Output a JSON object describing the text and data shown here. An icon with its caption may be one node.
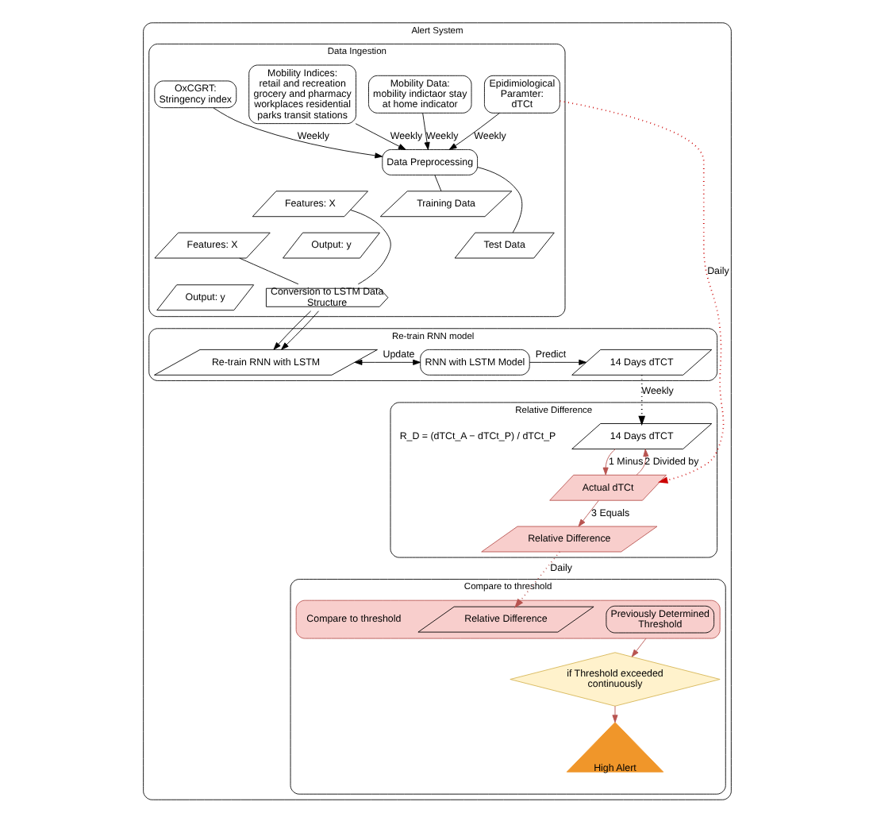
{
  "diagram": {
    "nodes": [
      {
        "text": [
          "Alert System"
        ]
      },
      {
        "text": [
          "Data Ingestion"
        ],
        "in": 0
      },
      {
        "text": [
          "Mobility Data:",
          "mobility indictaor stay at home indicator"
        ],
        "in": 1
      },
      {
        "text": [
          "Mobility Indices:",
          "retail and recreation grocery and pharmacy workplaces residential parks transit stations"
        ],
        "in": 1
      },
      {
        "text": [
          "OxCGRT:",
          "Stringency index"
        ],
        "in": 1
      },
      {
        "text": [
          "Epidimiological Paramter:",
          "dTCt"
        ],
        "in": 1
      },
      {
        "text": [
          "Data Preprocessing"
        ],
        "in": 1
      },
      {
        "text": [
          "Training Data"
        ],
        "in": 1
      },
      {
        "text": [
          "Features: X"
        ],
        "in": 1
      },
      {
        "text": [
          "Output: y"
        ],
        "in": 1
      },
      {
        "text": [
          "Test Data"
        ],
        "in": 1
      },
      {
        "text": [
          "Features: X"
        ],
        "in": 1
      },
      {
        "text": [
          "Output: y"
        ],
        "in": 1
      },
      {
        "text": [
          "Conversion to LSTM Data Structure"
        ],
        "in": 1
      },
      {
        "text": [
          "Re-train RNN model"
        ],
        "in": 0
      },
      {
        "text": [
          "Re-train RNN with LSTM"
        ],
        "in": 14
      },
      {
        "text": [
          "RNN with LSTM Model"
        ],
        "in": 14
      },
      {
        "text": [
          "14 Days dTCT"
        ],
        "in": 14
      },
      {
        "text": [
          "Relative Difference"
        ],
        "in": 0
      },
      {
        "text": [
          "14 Days dTCT"
        ],
        "in": 18
      },
      {
        "text": [
          "Actual dTCt"
        ],
        "in": 18
      },
      {
        "text": [
          "Relative Difference"
        ],
        "in": 18
      },
      {
        "text": [
          "Compare to threshold"
        ],
        "in": 0
      },
      {
        "text": [],
        "shape": "box",
        "in": 22
      },
      {
        "text": [
          "Previously Determined Threshold"
        ],
        "in": 23
      },
      {
        "text": [
          "Relative Difference"
        ],
        "in": 23
      },
      {
        "text": [
          "if Threshold exceeded continuously"
        ],
        "in": 22
      },
      {
        "text": [
          "High Alert"
        ],
        "in": 22
      }
    ],
    "edges": [
      {
        "from": 2,
        "to": 6,
        "arrow": "to",
        "label": "Weekly"
      },
      {
        "from": 3,
        "to": 6,
        "arrow": "to",
        "label": "Weekly"
      },
      {
        "from": 4,
        "to": 6,
        "arrow": "to",
        "label": "Weekly"
      },
      {
        "from": 5,
        "to": 6,
        "arrow": "to",
        "label": "Weekly"
      },
      {
        "from": 6,
        "to": 7,
        "arrow": "none"
      },
      {
        "from": 6,
        "to": 10,
        "arrow": "none"
      },
      {
        "from": 8,
        "to": 13,
        "arrow": "none"
      },
      {
        "from": 11,
        "to": 13,
        "arrow": "none"
      },
      {
        "from": 13,
        "to": 15,
        "arrow": "to"
      },
      {
        "from": 13,
        "to": 15,
        "arrow": "to"
      },
      {
        "from": 15,
        "to": 16,
        "arrow": "both",
        "label": "Update"
      },
      {
        "from": 16,
        "to": 17,
        "arrow": "to",
        "label": "Predict"
      },
      {
        "from": 17,
        "to": 19,
        "arrow": "to",
        "label": "Weekly",
        "style": "dashed"
      },
      {
        "from": 5,
        "to": 20,
        "arrow": "to",
        "label": "Daily",
        "style": "dashed",
        "color": "#cc0000"
      },
      {
        "from": 19,
        "to": 20,
        "arrow": "to",
        "label": "1 Minus",
        "color": "#b85450"
      },
      {
        "from": 20,
        "to": 19,
        "arrow": "to",
        "label": "2 Divided by",
        "color": "#b85450"
      },
      {
        "from": 20,
        "to": 21,
        "arrow": "to",
        "label": "3 Equals",
        "color": "#b85450"
      },
      {
        "from": 21,
        "to": 25,
        "arrow": "to",
        "label": "Daily",
        "style": "dashed",
        "color": "#b85450"
      },
      {
        "from": 23,
        "to": 26,
        "arrow": "to",
        "color": "#b85450"
      },
      {
        "from": 26,
        "to": 27,
        "arrow": "to",
        "color": "#b85450"
      }
    ],
    "labels": [
      "R_D = (dTCt_A − dTCt_P) / dTCt_P",
      "Compare to threshold"
    ]
  }
}
